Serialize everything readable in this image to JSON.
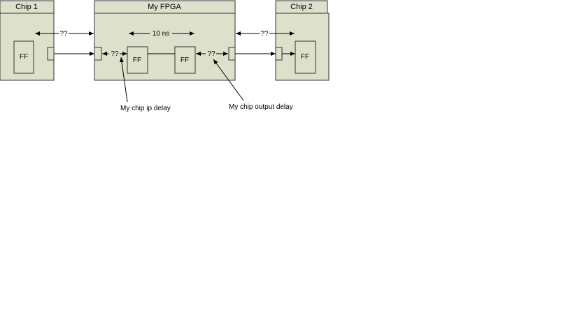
{
  "chips": {
    "chip1": {
      "title": "Chip 1",
      "ff": "FF"
    },
    "fpga": {
      "title": "My FPGA",
      "ff_left": "FF",
      "ff_right": "FF",
      "internal": "10 ns"
    },
    "chip2": {
      "title": "Chip 2",
      "ff": "FF"
    }
  },
  "delays": {
    "chip1_to_fpga": "??",
    "fpga_input": "??",
    "fpga_output": "??",
    "fpga_to_chip2": "??"
  },
  "annotations": {
    "input_delay": "My chip ip delay",
    "output_delay": "My chip output delay"
  },
  "colors": {
    "block_fill": "#dde1cc",
    "header_fill": "#dde1cc",
    "stroke": "#333333"
  }
}
